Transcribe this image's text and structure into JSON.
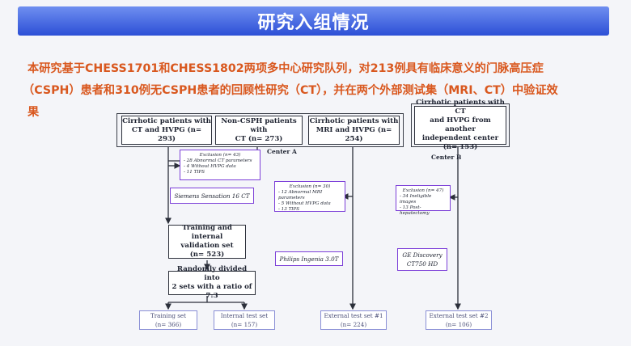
{
  "title": "研究入组情况",
  "intro": {
    "line1": "本研究基于CHESS1701和CHESS1802两项多中心研究队列，对213例具有临床意义的门脉高压症",
    "line2": "（CSPH）患者和310例无CSPH患者的回顾性研究（CT），并在两个外部测试集（MRI、CT）中验证效",
    "line3": "果"
  },
  "flow": {
    "center_a_label": "Center A",
    "center_b_label": "Center B",
    "cohort_ct": [
      "Cirrhotic patients with",
      "CT and HVPG (n= 293)"
    ],
    "non_csph": [
      "Non-CSPH patients with",
      "CT (n= 273)"
    ],
    "cohort_mri": [
      "Cirrhotic patients with",
      "MRI and HVPG (n= 254)"
    ],
    "cohort_b": [
      "Cirrhotic patients with CT",
      "and HVPG from another",
      "independent center (n= 153)"
    ],
    "excl_a": {
      "title": "Exclusion (n= 43)",
      "items": [
        "- 28 Abnormal CT parameters",
        "- 4 Without HVPG data",
        "- 11 TIPS"
      ]
    },
    "scanner_a": "Siemens Sensation 16 CT",
    "excl_mri": {
      "title": "Exclusion (n= 30)",
      "items": [
        "- 12 Abnormal MRI parameters",
        "- 5 Without HVPG data",
        "- 13 TIPS"
      ]
    },
    "scanner_mri": "Philips Ingenia 3.0T",
    "excl_b": {
      "title": "Exclusion (n= 47)",
      "items": [
        "- 34 Ineligible images",
        "- 13 Post-hepatectomy"
      ]
    },
    "scanner_b": [
      "GE Discovery",
      "CT750 HD"
    ],
    "training_internal": [
      "Training and internal",
      "validation set",
      "(n= 523)"
    ],
    "randomly_divided": [
      "Randomly divided into",
      "2 sets with a ratio of 7:3"
    ],
    "training_set": [
      "Training set",
      "(n= 366)"
    ],
    "internal_test": [
      "Internal test set",
      "(n= 157)"
    ],
    "external_1": [
      "External test set #1",
      "(n= 224)"
    ],
    "external_2": [
      "External test set #2",
      "(n= 106)"
    ]
  },
  "colors": {
    "title_bar": "#2c4fd6",
    "intro_text": "#d9581f",
    "exclusion_border": "#7c3fd8",
    "box_border": "#2b2f3a"
  }
}
